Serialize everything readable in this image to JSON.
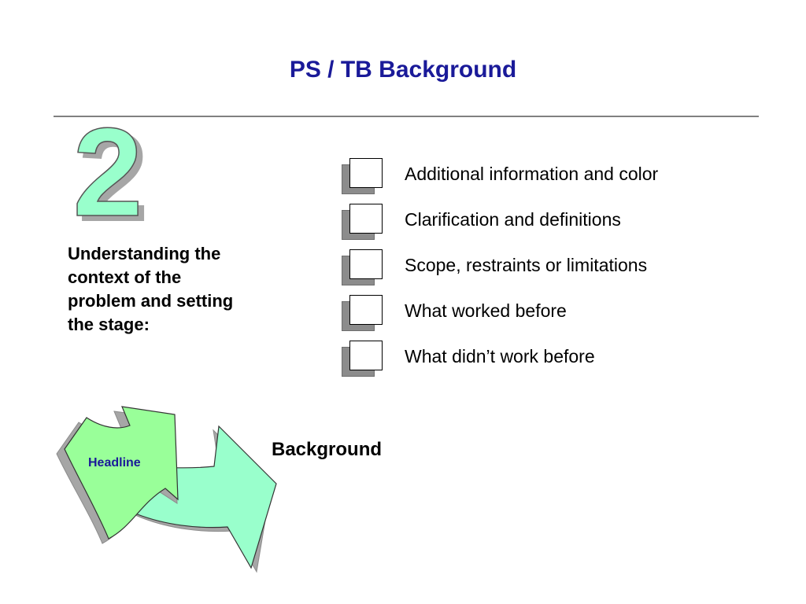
{
  "slide": {
    "title": "PS / TB Background",
    "step_number": "2",
    "context_text": "Understanding the context of the problem and setting the stage:",
    "checklist": [
      "Additional information and color",
      "Clarification and definitions",
      "Scope, restraints or limitations",
      "What worked before",
      "What didn’t work before"
    ],
    "diagram": {
      "headline_label": "Headline",
      "background_label": "Background"
    }
  },
  "colors": {
    "title": "#1a1a99",
    "rule": "#808080",
    "number_fill": "#99ffcc",
    "headline_arrow": "#99ff99",
    "background_arrow": "#99ffcc",
    "shadow": "#a6a6a6"
  }
}
